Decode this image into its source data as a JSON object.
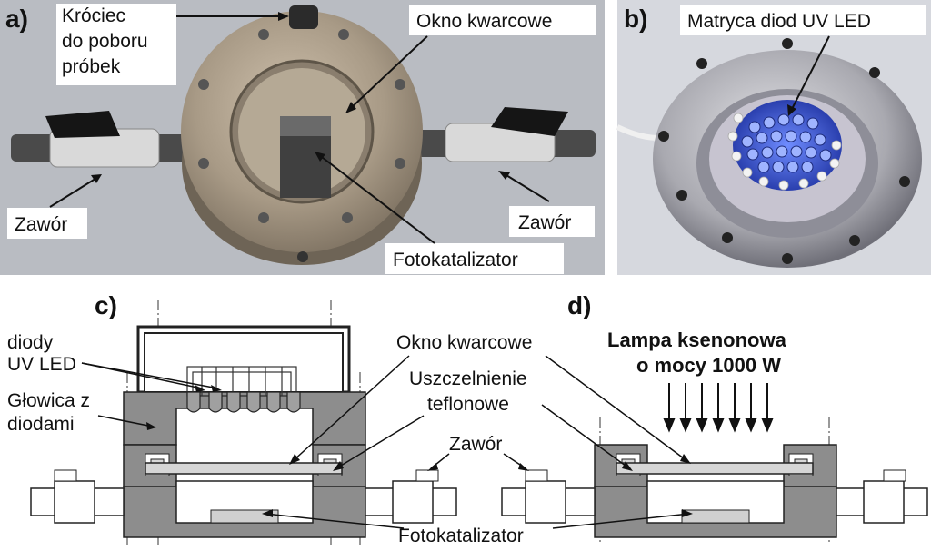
{
  "panels": {
    "a": "a)",
    "b": "b)",
    "c": "c)",
    "d": "d)"
  },
  "photo_a": {
    "sampling_port_line1": "Króciec",
    "sampling_port_line2": "do poboru",
    "sampling_port_line3": "próbek",
    "quartz_window": "Okno kwarcowe",
    "valve_left": "Zawór",
    "valve_right": "Zawór",
    "photocatalyst": "Fotokatalizator"
  },
  "photo_b": {
    "led_matrix": "Matryca diod UV LED"
  },
  "diagram_c": {
    "uv_led_line1": "diody",
    "uv_led_line2": "UV LED",
    "head_line1": "Głowica z",
    "head_line2": "diodami"
  },
  "shared": {
    "quartz_window": "Okno kwarcowe",
    "teflon_seal_line1": "Uszczelnienie",
    "teflon_seal_line2": "teflonowe",
    "valve": "Zawór",
    "photocatalyst": "Fotokatalizator"
  },
  "diagram_d": {
    "lamp_line1": "Lampa ksenonowa",
    "lamp_line2": "o mocy 1000 W"
  },
  "colors": {
    "photo_bg": "#b9bcc2",
    "steel": "#a89c8c",
    "body_gray": "#8c8c8c",
    "led_blue": "#2f5ee8"
  }
}
